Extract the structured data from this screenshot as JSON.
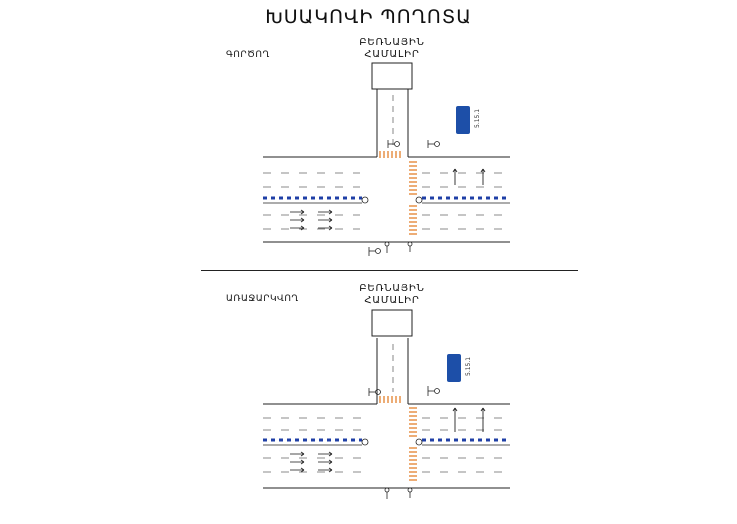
{
  "title": "ԽՍԱԿՈՎԻ ՊՈՂՈՏԱ",
  "panels": [
    {
      "label": "ԳՈՐԾՈՂ",
      "building_line1": "ԲԵՌՆԱՅԻՆ",
      "building_line2": "ՀԱՄԱԼԻՐ",
      "sign_code": "5.15.1"
    },
    {
      "label": "ԱՌԱՋԱՐԿՎՈՂ",
      "building_line1": "ԲԵՌՆԱՅԻՆ",
      "building_line2": "ՀԱՄԱԼԻՐ",
      "sign_code": "5.15.1"
    }
  ],
  "colors": {
    "median": "#1f3fa6",
    "crosswalk": "#e58a3b",
    "sign": "#1d4fa8",
    "road_line": "#222222"
  }
}
